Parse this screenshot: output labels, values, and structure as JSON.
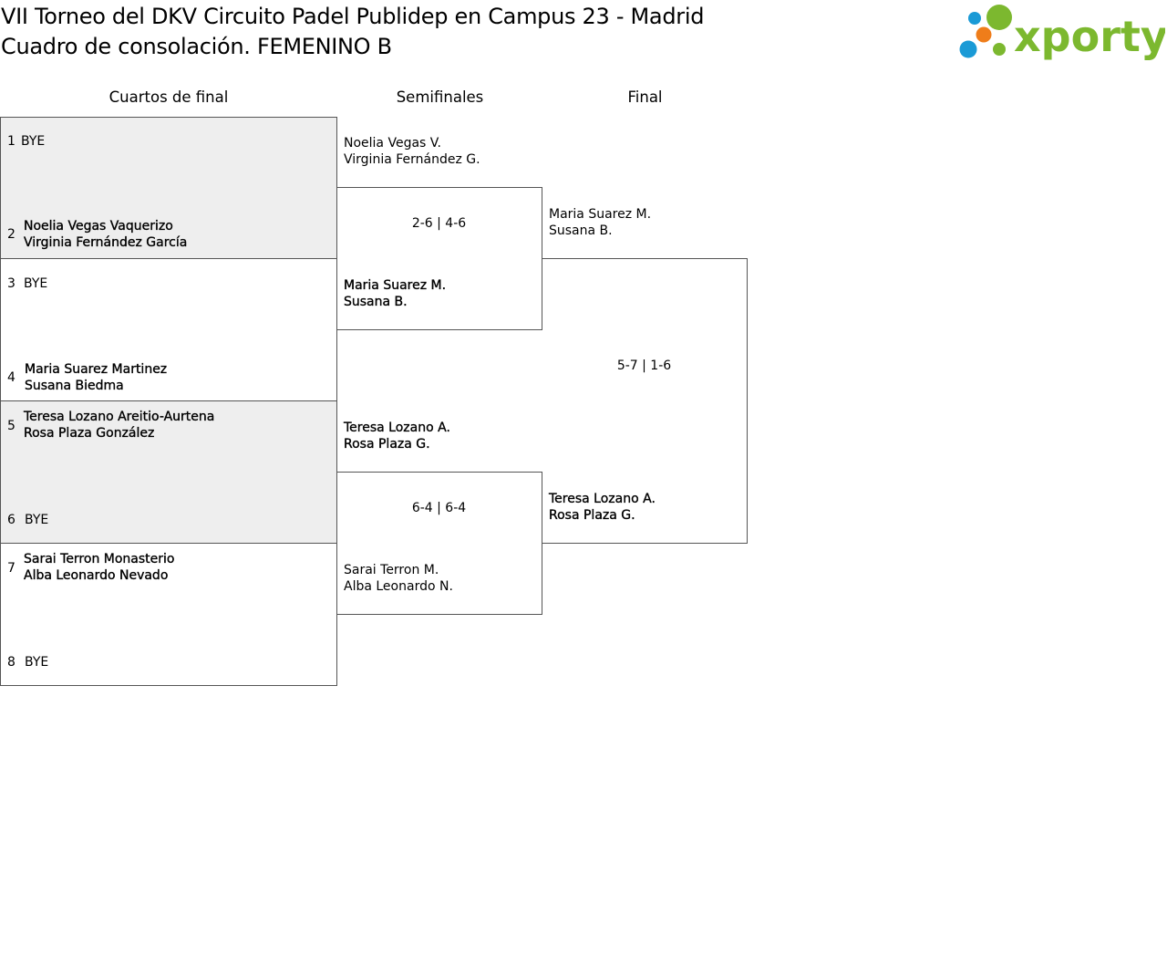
{
  "header": {
    "title_line1": "VII Torneo del DKV Circuito Padel Publidep en Campus 23 - Madrid",
    "title_line2": "Cuadro de consolación. FEMENINO B",
    "logo_text": "xporty"
  },
  "rounds": {
    "quarterfinals": "Cuartos de final",
    "semifinals": "Semifinales",
    "final": "Final"
  },
  "quarterfinals": [
    {
      "seed_a": "1",
      "a1": "BYE",
      "a2": "",
      "seed_b": "2",
      "b1": "Noelia Vegas Vaquerizo",
      "b2": "Virginia Fernández García"
    },
    {
      "seed_a": "3",
      "a1": "BYE",
      "a2": "",
      "seed_b": "4",
      "b1": "Maria Suarez Martinez",
      "b2": "Susana Biedma"
    },
    {
      "seed_a": "5",
      "a1": "Teresa Lozano Areitio-Aurtena",
      "a2": "Rosa Plaza González",
      "seed_b": "6",
      "b1": "BYE",
      "b2": ""
    },
    {
      "seed_a": "7",
      "a1": "Sarai Terron Monasterio",
      "a2": "Alba Leonardo Nevado",
      "seed_b": "8",
      "b1": "BYE",
      "b2": ""
    }
  ],
  "semifinals": [
    {
      "top1": "Noelia Vegas V.",
      "top2": "Virginia Fernández G.",
      "score": "2-6 | 4-6",
      "bot1": "Maria Suarez M.",
      "bot2": "Susana B."
    },
    {
      "top1": "Teresa Lozano A.",
      "top2": "Rosa Plaza G.",
      "score": "6-4 | 6-4",
      "bot1": "Sarai Terron M.",
      "bot2": "Alba Leonardo N."
    }
  ],
  "final": {
    "top1": "Maria Suarez M.",
    "top2": "Susana B.",
    "score": "5-7 | 1-6",
    "bot1": "Teresa Lozano A.",
    "bot2": "Rosa Plaza G."
  },
  "colors": {
    "green": "#7cb82f",
    "blue": "#1a9ad6",
    "orange": "#ef7d1a",
    "box_gray": "#eeeeee"
  }
}
